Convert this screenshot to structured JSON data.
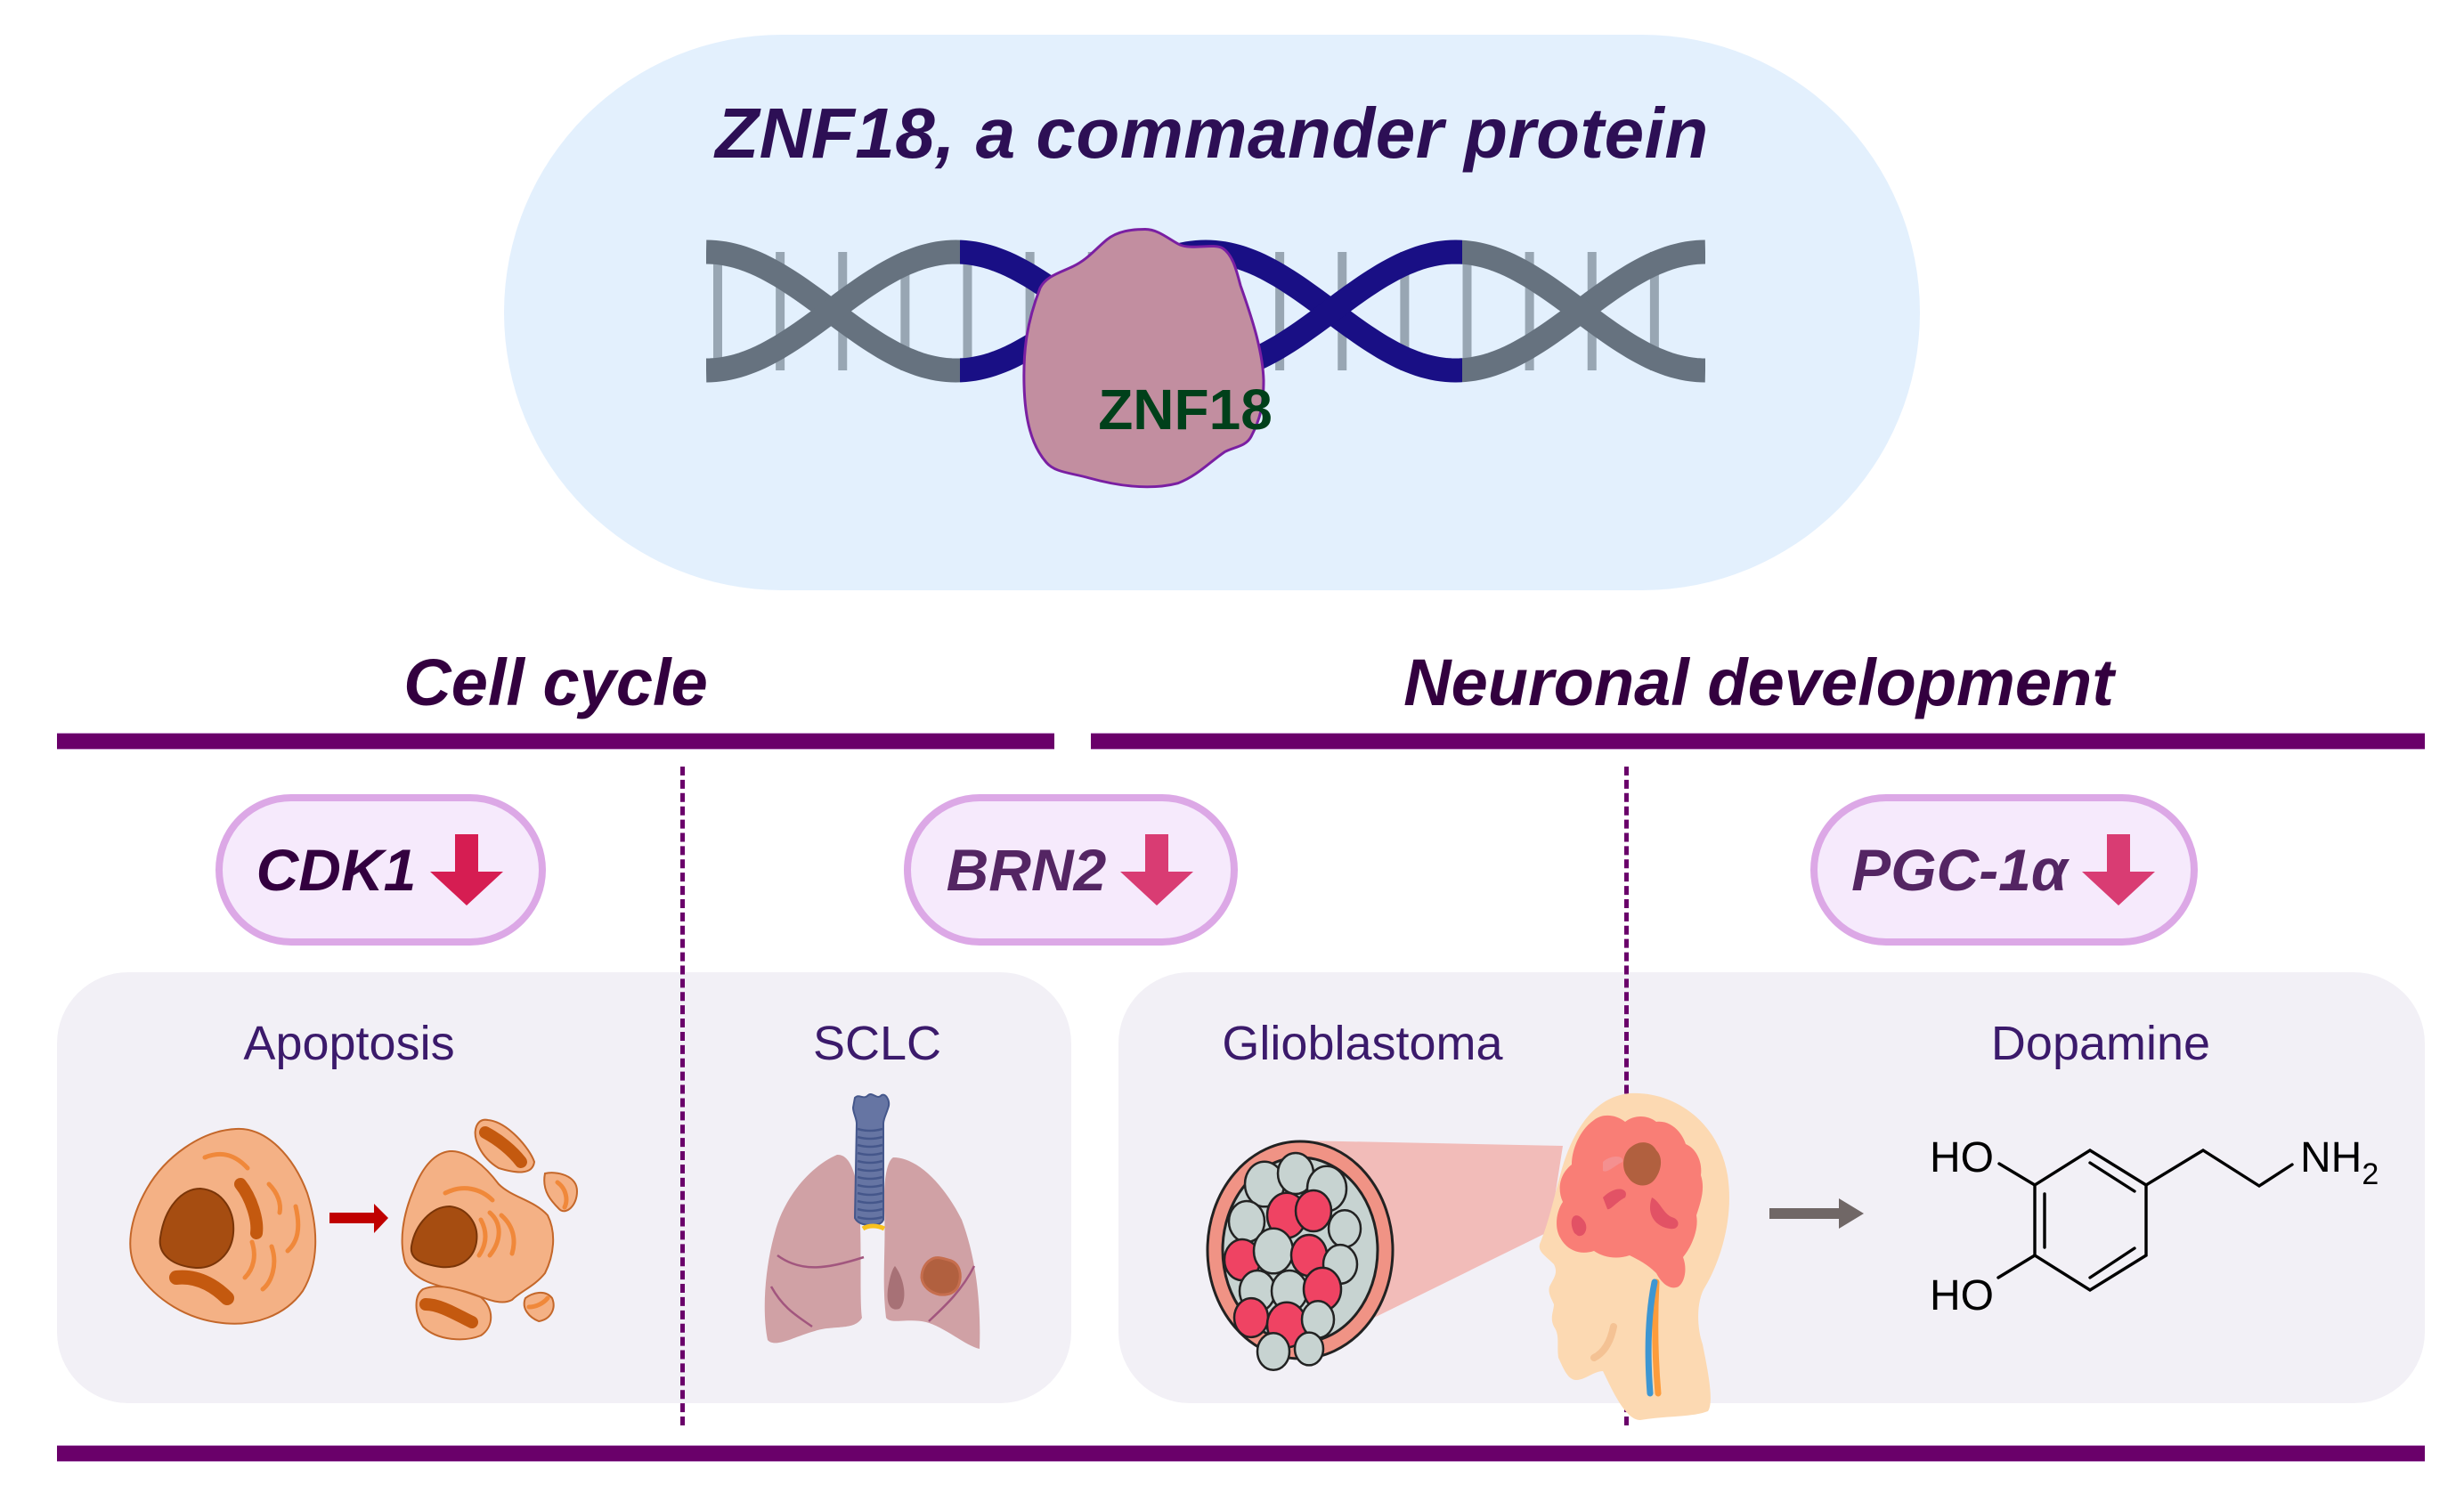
{
  "header": {
    "title": "ZNF18, a commander protein",
    "protein_label": "ZNF18"
  },
  "sections": [
    {
      "heading": "Cell cycle"
    },
    {
      "heading": "Neuronal development"
    }
  ],
  "genes": [
    {
      "label": "CDK1",
      "regulation": "down",
      "text_color": "#33003f",
      "arrow_color": "#d61d52"
    },
    {
      "label": "BRN2",
      "regulation": "down",
      "text_color": "#542563",
      "arrow_color": "#d93c73"
    },
    {
      "label": "PGC-1α",
      "regulation": "down",
      "text_color": "#542563",
      "arrow_color": "#d93c73"
    }
  ],
  "panels": [
    {
      "label": "Apoptosis",
      "icon": "apoptosis-cell-icon"
    },
    {
      "label": "SCLC",
      "icon": "lungs-tumor-icon"
    },
    {
      "label": "Glioblastoma",
      "icon": "brain-tumor-head-icon"
    },
    {
      "label": "Dopamine",
      "icon": "dopamine-structure-icon"
    }
  ],
  "dopamine": {
    "ho_top": "HO",
    "ho_bottom": "HO",
    "amine": "NH",
    "amine_subscript": "2"
  },
  "colors": {
    "divider": "#6a006a",
    "top_pill_bg": "#e3f0fd",
    "dna_grey": "#66727f",
    "dna_blue": "#190f85",
    "protein_fill": "#c28ea0",
    "protein_stroke": "#7a1fa2",
    "protein_text": "#00401a",
    "pill_border": "#dca8e6",
    "pill_fill": "#f6eafc",
    "panel_bg": "#f2f0f6"
  }
}
